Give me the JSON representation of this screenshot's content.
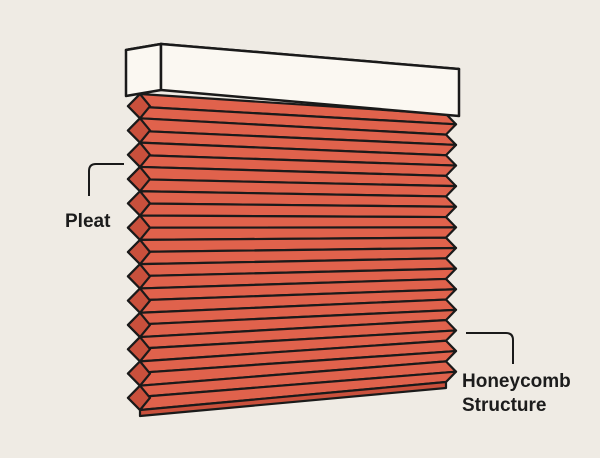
{
  "labels": {
    "pleat": "Pleat",
    "honeycomb_line1": "Honeycomb",
    "honeycomb_line2": "Structure"
  },
  "colors": {
    "background": "#efebe4",
    "fabric": "#e0624c",
    "fabric_shadow": "#c9503c",
    "headrail": "#fbf8f2",
    "outline": "#1a1a1a"
  },
  "diagram": {
    "pleat_count": 13
  }
}
